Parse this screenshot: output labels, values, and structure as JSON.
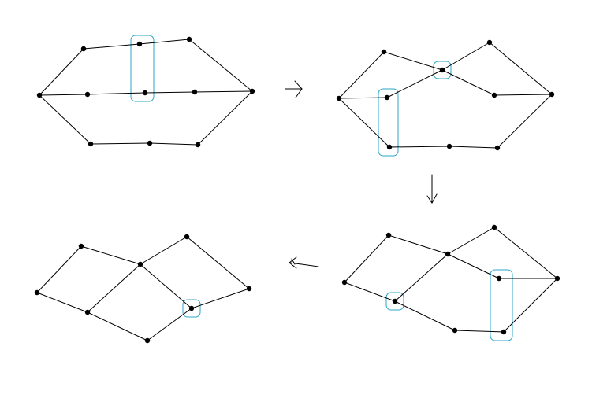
{
  "colors": {
    "line": "#000000",
    "vertex": "#000000",
    "highlight": "#2aa6c8",
    "background": "#ffffff"
  },
  "panels": [
    {
      "name": "panel-1",
      "vertices": [
        {
          "id": "a1"
        },
        {
          "id": "b1"
        },
        {
          "id": "b2"
        },
        {
          "id": "b3"
        },
        {
          "id": "c1"
        },
        {
          "id": "c2"
        },
        {
          "id": "c3"
        },
        {
          "id": "c4"
        },
        {
          "id": "d1"
        },
        {
          "id": "d2"
        },
        {
          "id": "d3"
        }
      ],
      "edges": [
        [
          "a1",
          "b1"
        ],
        [
          "b1",
          "b2"
        ],
        [
          "b2",
          "b3"
        ],
        [
          "b3",
          "c4"
        ],
        [
          "a1",
          "c1"
        ],
        [
          "c1",
          "c2"
        ],
        [
          "c2",
          "c3"
        ],
        [
          "c3",
          "c4"
        ],
        [
          "a1",
          "d1"
        ],
        [
          "d1",
          "d2"
        ],
        [
          "d2",
          "d3"
        ],
        [
          "d3",
          "c4"
        ]
      ],
      "highlight_groups": [
        [
          "b2",
          "c2"
        ]
      ]
    },
    {
      "name": "panel-2",
      "vertices": [
        {
          "id": "a1"
        },
        {
          "id": "b1"
        },
        {
          "id": "x"
        },
        {
          "id": "b3"
        },
        {
          "id": "c1"
        },
        {
          "id": "c3"
        },
        {
          "id": "c4"
        },
        {
          "id": "d1"
        },
        {
          "id": "d2"
        },
        {
          "id": "d3"
        }
      ],
      "edges": [
        [
          "a1",
          "b1"
        ],
        [
          "b1",
          "x"
        ],
        [
          "x",
          "b3"
        ],
        [
          "b3",
          "c4"
        ],
        [
          "a1",
          "c1"
        ],
        [
          "c1",
          "x"
        ],
        [
          "x",
          "c3"
        ],
        [
          "c3",
          "c4"
        ],
        [
          "a1",
          "d1"
        ],
        [
          "d1",
          "d2"
        ],
        [
          "d2",
          "d3"
        ],
        [
          "d3",
          "c4"
        ]
      ],
      "highlight_groups": [
        [
          "x"
        ],
        [
          "c1",
          "d1"
        ]
      ]
    },
    {
      "name": "panel-3",
      "vertices": [
        {
          "id": "a1"
        },
        {
          "id": "b1"
        },
        {
          "id": "x"
        },
        {
          "id": "b3"
        },
        {
          "id": "y"
        },
        {
          "id": "c3"
        },
        {
          "id": "c4"
        },
        {
          "id": "d2"
        },
        {
          "id": "d3"
        }
      ],
      "edges": [
        [
          "a1",
          "b1"
        ],
        [
          "b1",
          "x"
        ],
        [
          "x",
          "b3"
        ],
        [
          "b3",
          "c4"
        ],
        [
          "a1",
          "y"
        ],
        [
          "y",
          "x"
        ],
        [
          "x",
          "c3"
        ],
        [
          "c3",
          "c4"
        ],
        [
          "y",
          "d2"
        ],
        [
          "d2",
          "d3"
        ],
        [
          "d3",
          "c4"
        ]
      ],
      "highlight_groups": [
        [
          "y"
        ],
        [
          "c3",
          "d3"
        ]
      ]
    },
    {
      "name": "panel-4",
      "vertices": [
        {
          "id": "a1"
        },
        {
          "id": "b1"
        },
        {
          "id": "x"
        },
        {
          "id": "b3"
        },
        {
          "id": "y"
        },
        {
          "id": "z"
        },
        {
          "id": "c4"
        },
        {
          "id": "d2"
        }
      ],
      "edges": [
        [
          "a1",
          "b1"
        ],
        [
          "b1",
          "x"
        ],
        [
          "x",
          "b3"
        ],
        [
          "b3",
          "c4"
        ],
        [
          "a1",
          "y"
        ],
        [
          "y",
          "x"
        ],
        [
          "x",
          "z"
        ],
        [
          "z",
          "c4"
        ],
        [
          "y",
          "d2"
        ],
        [
          "d2",
          "z"
        ]
      ],
      "highlight_groups": [
        [
          "z"
        ]
      ]
    }
  ],
  "arrows": [
    {
      "name": "arrow-right",
      "from": "panel-1",
      "to": "panel-2"
    },
    {
      "name": "arrow-down",
      "from": "panel-2",
      "to": "panel-3"
    },
    {
      "name": "arrow-left",
      "from": "panel-3",
      "to": "panel-4"
    }
  ]
}
